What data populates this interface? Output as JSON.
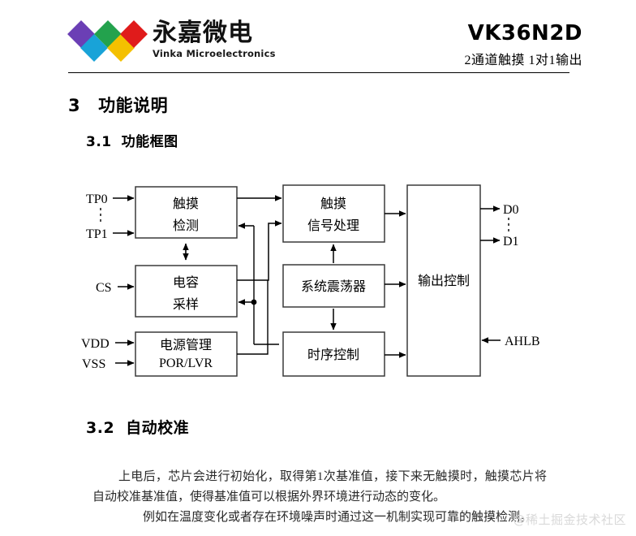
{
  "header": {
    "logo": {
      "cn_name": "永嘉微电",
      "en_name": "Vinka Microelectronics",
      "colors": [
        "#6b3fb5",
        "#19a3d8",
        "#23a24d",
        "#f4c000",
        "#e01b1b"
      ]
    },
    "part_number": "VK36N2D",
    "part_description": "2通道触摸 1对1输出"
  },
  "sections": {
    "s3": {
      "num": "3",
      "title": "功能说明"
    },
    "s3_1": {
      "num": "3.1",
      "title": "功能框图"
    },
    "s3_2": {
      "num": "3.2",
      "title": "自动校准"
    }
  },
  "diagram": {
    "blocks": {
      "touch_detect": {
        "line1": "触摸",
        "line2": "检测"
      },
      "cap_sample": {
        "line1": "电容",
        "line2": "采样"
      },
      "power_mgmt": {
        "line1": "电源管理",
        "line2": "POR/LVR"
      },
      "signal_process": {
        "line1": "触摸",
        "line2": "信号处理"
      },
      "oscillator": {
        "line1": "系统震荡器",
        "line2": ""
      },
      "timing_ctrl": {
        "line1": "时序控制",
        "line2": ""
      },
      "output_ctrl": {
        "line1": "输出控制",
        "line2": ""
      }
    },
    "pins": {
      "tp0": "TP0",
      "tp1": "TP1",
      "cs": "CS",
      "vdd": "VDD",
      "vss": "VSS",
      "d0": "D0",
      "d1": "D1",
      "ahlb": "AHLB"
    }
  },
  "body": {
    "paragraph1": "上电后，芯片会进行初始化，取得第1次基准值，接下来无触摸时，触摸芯片将自动校准基准值，使得基准值可以根据外界环境进行动态的变化。",
    "paragraph2": "例如在温度变化或者存在环境噪声时通过这一机制实现可靠的触摸检测。"
  },
  "watermark": "@稀土掘金技术社区"
}
